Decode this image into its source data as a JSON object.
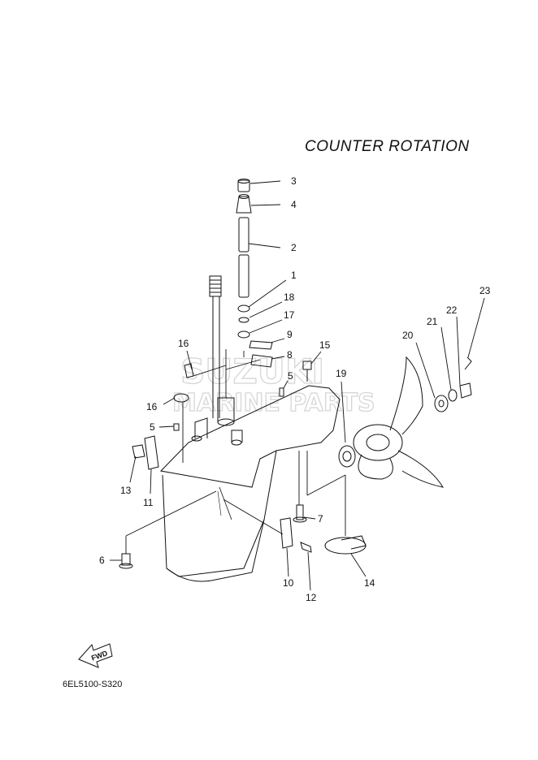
{
  "header": {
    "title": "COUNTER  ROTATION"
  },
  "footer": {
    "code": "6EL5100-S320"
  },
  "watermark": {
    "line1": "SUZUKI",
    "line2": "MARINE PARTS"
  },
  "fwd_badge": "FWD",
  "colors": {
    "line": "#111111",
    "watermark": "#d6d6d6"
  },
  "callouts": [
    {
      "id": "p3",
      "number": "3"
    },
    {
      "id": "p4",
      "number": "4"
    },
    {
      "id": "p2",
      "number": "2"
    },
    {
      "id": "p1",
      "number": "1"
    },
    {
      "id": "p18",
      "number": "18"
    },
    {
      "id": "p17",
      "number": "17"
    },
    {
      "id": "p9",
      "number": "9"
    },
    {
      "id": "p8",
      "number": "8"
    },
    {
      "id": "p15",
      "number": "15"
    },
    {
      "id": "p5a",
      "number": "5"
    },
    {
      "id": "p19",
      "number": "19"
    },
    {
      "id": "p16a",
      "number": "16"
    },
    {
      "id": "p16b",
      "number": "16"
    },
    {
      "id": "p5b",
      "number": "5"
    },
    {
      "id": "p13",
      "number": "13"
    },
    {
      "id": "p11",
      "number": "11"
    },
    {
      "id": "p6",
      "number": "6"
    },
    {
      "id": "p7",
      "number": "7"
    },
    {
      "id": "p10",
      "number": "10"
    },
    {
      "id": "p12",
      "number": "12"
    },
    {
      "id": "p14",
      "number": "14"
    },
    {
      "id": "p20",
      "number": "20"
    },
    {
      "id": "p21",
      "number": "21"
    },
    {
      "id": "p22",
      "number": "22"
    },
    {
      "id": "p23",
      "number": "23"
    }
  ]
}
